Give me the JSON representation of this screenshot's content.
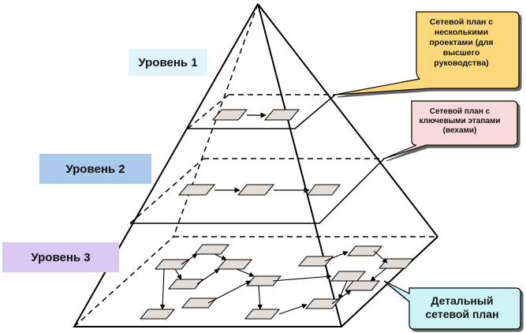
{
  "levels": {
    "level1": "Уровень 1",
    "level2": "Уровень 2",
    "level3": "Уровень 3"
  },
  "callouts": {
    "top": "Сетевой план с несколькими проектами (для высшего руководства)",
    "middle": "Сетевой план с ключевыми этапами (вехами)",
    "bottom": "Детальный сетевой план"
  },
  "colors": {
    "level1_bg": "#dff5fb",
    "level2_bg": "#a9c8ea",
    "level3_bg": "#d9c8f2",
    "callout_top": "#fcd87a",
    "callout_middle": "#f8dada",
    "callout_bottom": "#cdf3f7",
    "node_fill": "#e2ddd8"
  }
}
